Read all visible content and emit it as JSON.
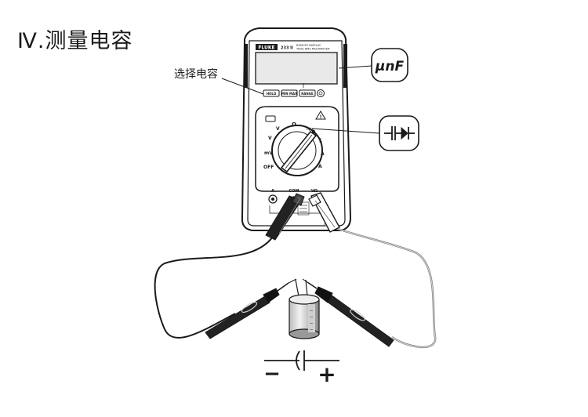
{
  "title": "Ⅳ.测量电容",
  "callout_label": "选择电容",
  "meter": {
    "brand": "FLUKE",
    "model": "233 II",
    "header_line1": "REMOTE DISPLAY",
    "header_line2": "TRUE RMS MULTIMETER",
    "buttons": [
      "HOLD",
      "MIN MAX",
      "RANGE"
    ],
    "dial_labels": {
      "off": "OFF",
      "mv": "mV",
      "v_dc": "V",
      "v_ac": "V",
      "ohm": "Ω",
      "cap": "⊣⊢",
      "temp": "🌡",
      "a_ac": "A",
      "a_dc": "A"
    },
    "jacks": [
      "A",
      "COM",
      "VΩ"
    ]
  },
  "display_callout": "μnF",
  "symbols": {
    "minus": "−",
    "plus": "+"
  },
  "colors": {
    "outline": "#1a1a1a",
    "body_fill": "#ffffff",
    "display_fill": "#e9e9e9",
    "probe_fill": "#222222",
    "lead_gray": "#8a8a8a"
  }
}
